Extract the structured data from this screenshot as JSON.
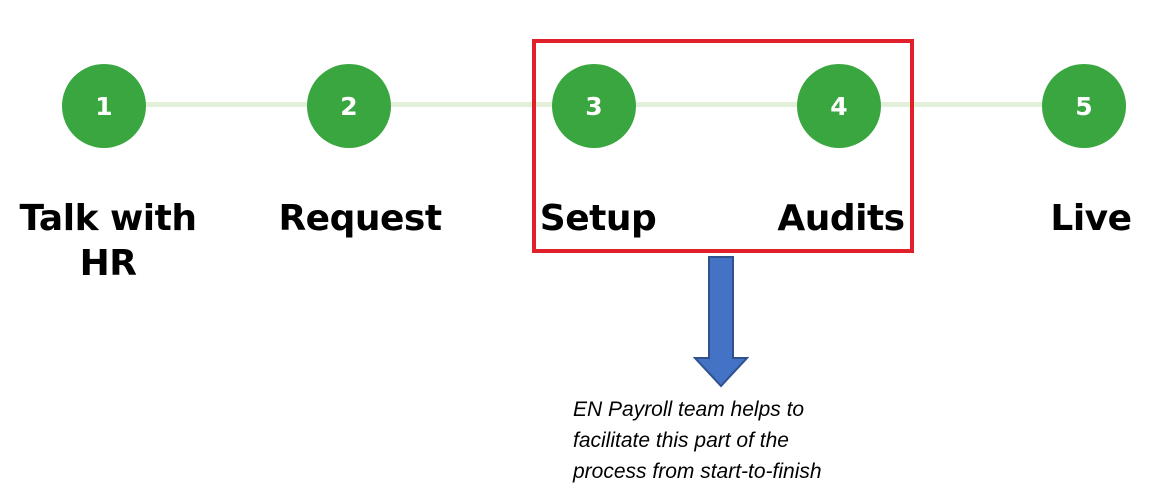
{
  "colors": {
    "step_circle": "#3aa63f",
    "connector": "#e2f0d9",
    "highlight_border": "#e0202a",
    "arrow_fill": "#4472c4",
    "arrow_stroke": "#2f528f"
  },
  "steps": [
    {
      "number": "1",
      "label_line1": "Talk with",
      "label_line2": "HR"
    },
    {
      "number": "2",
      "label_line1": "Request",
      "label_line2": ""
    },
    {
      "number": "3",
      "label_line1": "Setup",
      "label_line2": ""
    },
    {
      "number": "4",
      "label_line1": "Audits",
      "label_line2": ""
    },
    {
      "number": "5",
      "label_line1": "Live",
      "label_line2": ""
    }
  ],
  "callout": {
    "arrow_icon": "down-arrow-icon",
    "note_line1": "EN Payroll team helps to",
    "note_line2": "facilitate this part of the",
    "note_line3": "process from start-to-finish"
  }
}
